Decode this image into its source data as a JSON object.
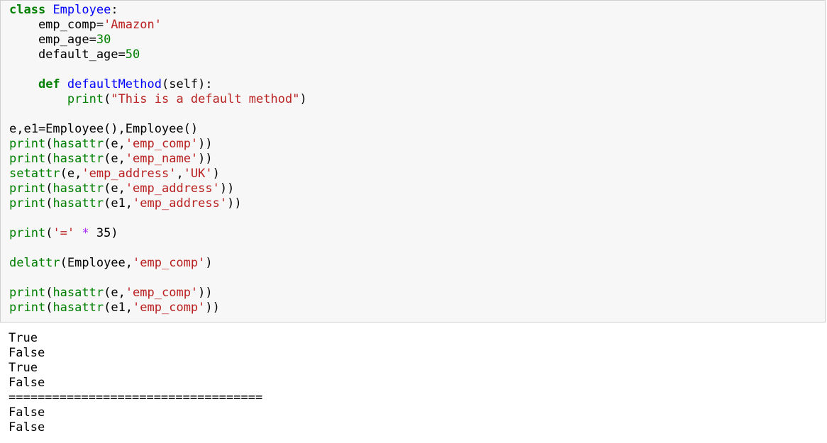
{
  "code_lines": [
    [
      {
        "t": "class",
        "c": "kw"
      },
      {
        "t": " "
      },
      {
        "t": "Employee",
        "c": "cls"
      },
      {
        "t": ":"
      }
    ],
    [
      {
        "t": "    emp_comp="
      },
      {
        "t": "'Amazon'",
        "c": "str"
      }
    ],
    [
      {
        "t": "    emp_age="
      },
      {
        "t": "30",
        "c": "num"
      }
    ],
    [
      {
        "t": "    default_age="
      },
      {
        "t": "50",
        "c": "num"
      }
    ],
    [
      {
        "t": ""
      }
    ],
    [
      {
        "t": "    "
      },
      {
        "t": "def",
        "c": "kw"
      },
      {
        "t": " "
      },
      {
        "t": "defaultMethod",
        "c": "fn"
      },
      {
        "t": "(self):"
      }
    ],
    [
      {
        "t": "        "
      },
      {
        "t": "print",
        "c": "bi"
      },
      {
        "t": "("
      },
      {
        "t": "\"This is a default method\"",
        "c": "str"
      },
      {
        "t": ")"
      }
    ],
    [
      {
        "t": ""
      }
    ],
    [
      {
        "t": "e,e1=Employee(),Employee()"
      }
    ],
    [
      {
        "t": "print",
        "c": "bi"
      },
      {
        "t": "("
      },
      {
        "t": "hasattr",
        "c": "bi"
      },
      {
        "t": "(e,"
      },
      {
        "t": "'emp_comp'",
        "c": "str"
      },
      {
        "t": "))"
      }
    ],
    [
      {
        "t": "print",
        "c": "bi"
      },
      {
        "t": "("
      },
      {
        "t": "hasattr",
        "c": "bi"
      },
      {
        "t": "(e,"
      },
      {
        "t": "'emp_name'",
        "c": "str"
      },
      {
        "t": "))"
      }
    ],
    [
      {
        "t": "setattr",
        "c": "bi"
      },
      {
        "t": "(e,"
      },
      {
        "t": "'emp_address'",
        "c": "str"
      },
      {
        "t": ","
      },
      {
        "t": "'UK'",
        "c": "str"
      },
      {
        "t": ")"
      }
    ],
    [
      {
        "t": "print",
        "c": "bi"
      },
      {
        "t": "("
      },
      {
        "t": "hasattr",
        "c": "bi"
      },
      {
        "t": "(e,"
      },
      {
        "t": "'emp_address'",
        "c": "str"
      },
      {
        "t": "))"
      }
    ],
    [
      {
        "t": "print",
        "c": "bi"
      },
      {
        "t": "("
      },
      {
        "t": "hasattr",
        "c": "bi"
      },
      {
        "t": "(e1,"
      },
      {
        "t": "'emp_address'",
        "c": "str"
      },
      {
        "t": "))"
      }
    ],
    [
      {
        "t": ""
      }
    ],
    [
      {
        "t": "print",
        "c": "bi"
      },
      {
        "t": "("
      },
      {
        "t": "'='",
        "c": "str"
      },
      {
        "t": " "
      },
      {
        "t": "*",
        "c": "op"
      },
      {
        "t": " 35)"
      }
    ],
    [
      {
        "t": ""
      }
    ],
    [
      {
        "t": "delattr",
        "c": "bi"
      },
      {
        "t": "(Employee,"
      },
      {
        "t": "'emp_comp'",
        "c": "str"
      },
      {
        "t": ")"
      }
    ],
    [
      {
        "t": ""
      }
    ],
    [
      {
        "t": "print",
        "c": "bi"
      },
      {
        "t": "("
      },
      {
        "t": "hasattr",
        "c": "bi"
      },
      {
        "t": "(e,"
      },
      {
        "t": "'emp_comp'",
        "c": "str"
      },
      {
        "t": "))"
      }
    ],
    [
      {
        "t": "print",
        "c": "bi"
      },
      {
        "t": "("
      },
      {
        "t": "hasattr",
        "c": "bi"
      },
      {
        "t": "(e1,"
      },
      {
        "t": "'emp_comp'",
        "c": "str"
      },
      {
        "t": "))"
      }
    ]
  ],
  "output_lines": [
    "True",
    "False",
    "True",
    "False",
    "===================================",
    "False",
    "False"
  ]
}
